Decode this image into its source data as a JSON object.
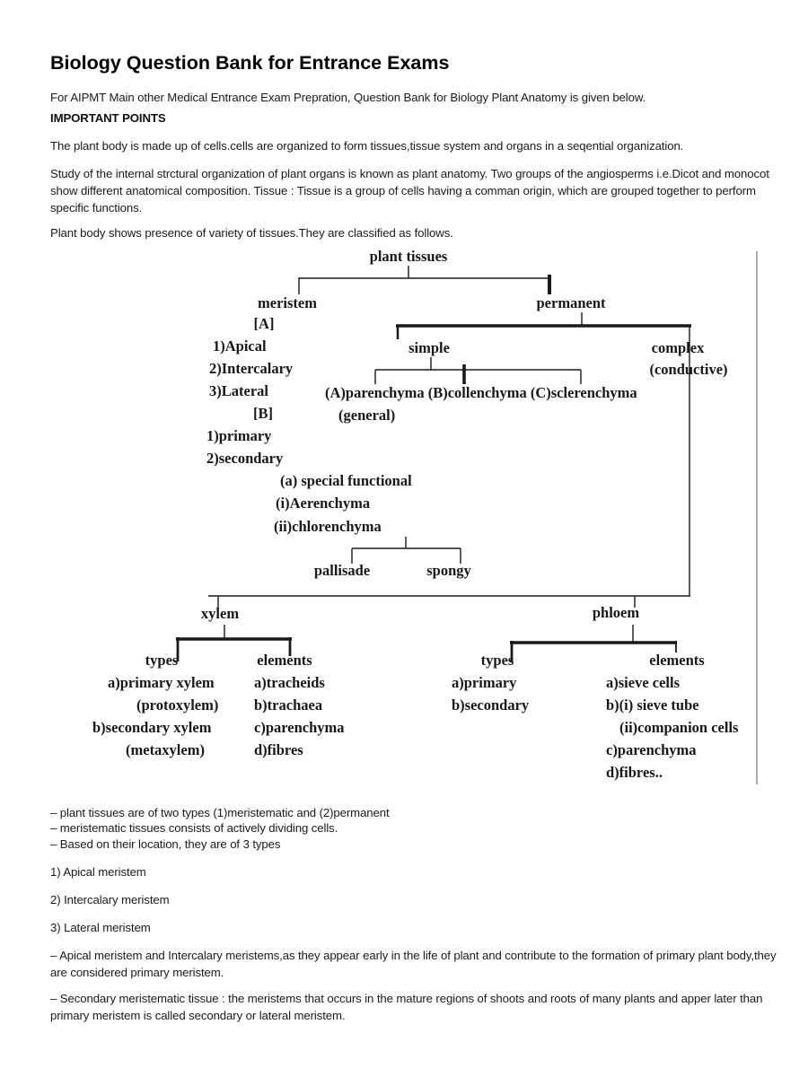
{
  "page": {
    "title": "Biology Question Bank for Entrance Exams",
    "intro": "For AIPMT Main other Medical Entrance Exam Prepration, Question Bank for Biology Plant Anatomy is given below.",
    "important_heading": "IMPORTANT POINTS",
    "para_plant_body": "The plant body is made up of cells.cells are organized to form tissues,tissue system and organs in a seqential organization.",
    "para_anatomy": "Study of the internal strctural organization of plant organs is known as plant anatomy. Two groups of the angiosperms i.e.Dicot and monocot show different anatomical composition. Tissue : Tissue is a group of cells having a comman origin, which are grouped together to perform specific functions.",
    "para_classified": "Plant body shows presence of variety of tissues.They are classified as follows."
  },
  "diagram": {
    "root": "plant tissues",
    "meristem": "meristem",
    "bracket_a": "[A]",
    "apical": "1)Apical",
    "intercalary": "2)Intercalary",
    "lateral": "3)Lateral",
    "bracket_b": "[B]",
    "primary": "1)primary",
    "secondary": "2)secondary",
    "permanent": "permanent",
    "simple": "simple",
    "complex": "complex",
    "conductive": "(conductive)",
    "simple_row": "(A)parenchyma (B)collenchyma (C)sclerenchyma",
    "general": "(general)",
    "special_functional": "(a) special functional",
    "aerenchyma": "(i)Aerenchyma",
    "chlorenchyma": "(ii)chlorenchyma",
    "pallisade": "pallisade",
    "spongy": "spongy",
    "xylem": "xylem",
    "phloem": "phloem",
    "xylem_types_header": "types",
    "xylem_elements_header": "elements",
    "phloem_types_header": "types",
    "phloem_elements_header": "elements",
    "xylem_types": [
      "a)primary xylem",
      "(protoxylem)",
      "b)secondary xylem",
      "(metaxylem)"
    ],
    "xylem_elements": [
      "a)tracheids",
      "b)trachaea",
      "c)parenchyma",
      "d)fibres"
    ],
    "phloem_types": [
      "a)primary",
      "b)secondary"
    ],
    "phloem_elements": [
      "a)sieve cells",
      "b)(i) sieve tube",
      "(ii)companion cells",
      "c)parenchyma",
      "d)fibres.."
    ],
    "line_color": "#1a1a1a",
    "border_color": "#8a8a8a"
  },
  "notes": {
    "dash1": "– plant tissues are of two types (1)meristematic and (2)permanent",
    "dash2": "– meristematic tissues consists of actively dividing cells.",
    "dash3": "– Based on their location, they are of 3 types",
    "item1": "1) Apical meristem",
    "item2": "2) Intercalary meristem",
    "item3": "3) Lateral meristem",
    "para_apical": "– Apical meristem and Intercalary meristems,as they appear early in the life of plant and contribute to the formation of primary plant body,they are considered primary meristem.",
    "para_secondary": "– Secondary meristematic tissue : the meristems that occurs in the mature regions of shoots and roots of many plants and apper later than primary meristem is called secondary or lateral meristem."
  }
}
